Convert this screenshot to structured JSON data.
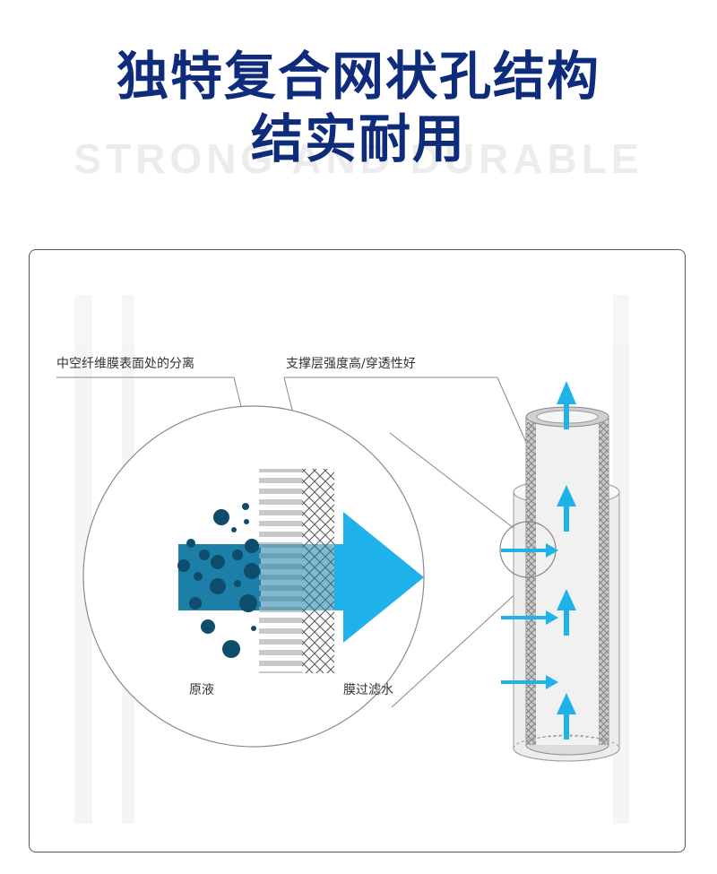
{
  "heading": {
    "line1": "独特复合网状孔结构",
    "line2": "结实耐用",
    "subtitle": "STRONG AND DURABLE"
  },
  "diagram": {
    "label_separation": "中空纤维膜表面处的分离",
    "label_support": "支撑层强度高/穿透性好",
    "label_raw": "原液",
    "label_filtered": "膜过滤水"
  },
  "colors": {
    "title": "#0f2c7c",
    "arrow": "#1fb1ea",
    "raw_liquid": "#1b7fa8",
    "particles": "#0e4d6c",
    "mesh": "#555555"
  }
}
